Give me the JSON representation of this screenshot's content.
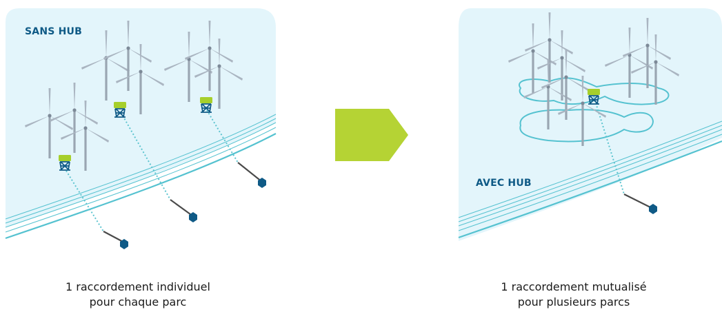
{
  "left_panel": {
    "label": "SANS HUB",
    "caption_line1": "1 raccordement individuel",
    "caption_line2": "pour chaque parc"
  },
  "right_panel": {
    "label": "AVEC HUB",
    "caption_line1": "1 raccordement mutualisé",
    "caption_line2": "pour plusieurs parcs"
  },
  "colors": {
    "sea": "#e3f5fb",
    "sea_edge": "#bfe7f2",
    "coast_line": "#55c2d0",
    "cable_sea": "#5cc4cf",
    "cable_land": "#4a4a4a",
    "substation_top": "#a6cf2b",
    "substation_legs": "#0f5a86",
    "endpoint": "#0f5a86",
    "arrow": "#b5d334",
    "label_text": "#0f5a86",
    "turbine": "#8a97a5"
  },
  "icons": {
    "wind_turbine": "wind-turbine-icon",
    "offshore_substation": "offshore-substation-icon",
    "grid_connection": "grid-connection-icon",
    "arrow": "arrow-right-icon"
  }
}
